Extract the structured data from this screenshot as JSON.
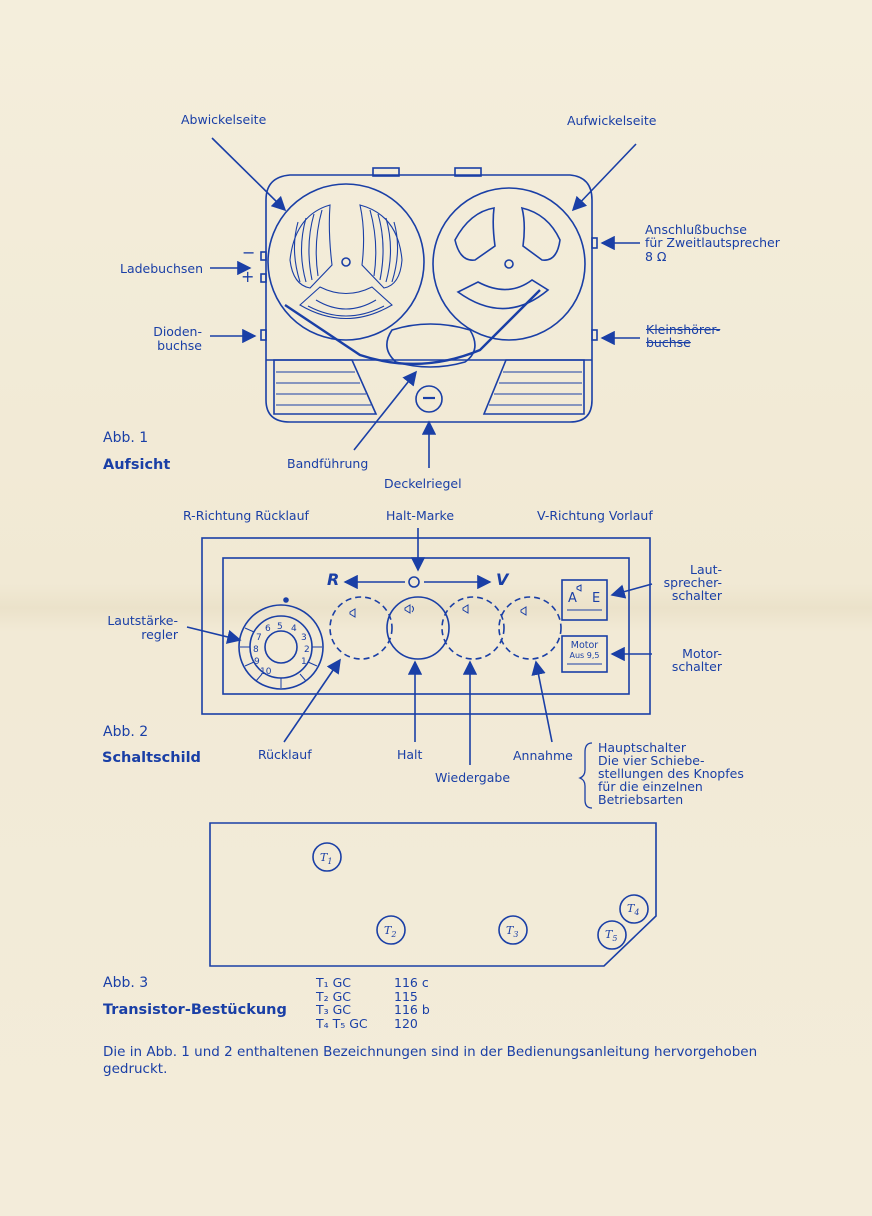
{
  "fig1": {
    "number": "Abb. 1",
    "title": "Aufsicht",
    "labels": {
      "abwickel": "Abwickelseite",
      "aufwickel": "Aufwickelseite",
      "ladebuchsen": "Ladebuchsen",
      "minus": "−",
      "plus": "+",
      "dioden1": "Dioden-",
      "dioden2": "buchse",
      "anschluss1": "Anschlußbuchse",
      "anschluss2": "für Zweitlautsprecher",
      "anschluss3": "8 Ω",
      "klein1": "Kleinshörer-",
      "klein2": "buchse",
      "bandfuehrung": "Bandführung",
      "deckelriegel": "Deckelriegel"
    }
  },
  "fig2": {
    "number": "Abb. 2",
    "title": "Schaltschild",
    "labels": {
      "r_richtung": "R-Richtung Rücklauf",
      "halt_marke": "Halt-Marke",
      "v_richtung": "V-Richtung Vorlauf",
      "r": "R",
      "v": "V",
      "laut1": "Laut-",
      "laut2": "sprecher-",
      "laut3": "schalter",
      "motor1": "Motor-",
      "motor2": "schalter",
      "lautst1": "Lautstärke-",
      "lautst2": "regler",
      "ruecklauf": "Rücklauf",
      "halt": "Halt",
      "wiedergabe": "Wiedergabe",
      "annahme": "Annahme",
      "haupt1": "Hauptschalter",
      "haupt2": "Die vier Schiebe-",
      "haupt3": "stellungen des Knopfes",
      "haupt4": "für die einzelnen",
      "haupt5": "Betriebsarten",
      "switch_a": "A",
      "switch_e": "E",
      "motor_box1": "Motor",
      "motor_box2": "Aus 9,5",
      "dial_numbers": [
        "1",
        "2",
        "3",
        "4",
        "5",
        "6",
        "7",
        "8",
        "9",
        "10"
      ]
    }
  },
  "fig3": {
    "number": "Abb. 3",
    "title": "Transistor-Bestückung",
    "positions": [
      "T1",
      "T2",
      "T3",
      "T4",
      "T5"
    ],
    "list": [
      {
        "name": "T₁ GC",
        "type": "116 c"
      },
      {
        "name": "T₂ GC",
        "type": "115"
      },
      {
        "name": "T₃ GC",
        "type": "116 b"
      },
      {
        "name": "T₄ T₅ GC",
        "type": "120"
      }
    ]
  },
  "note": "Die in Abb. 1 und 2 enthaltenen Bezeichnungen sind in der Bedienungsanleitung hervorgehoben gedruckt."
}
